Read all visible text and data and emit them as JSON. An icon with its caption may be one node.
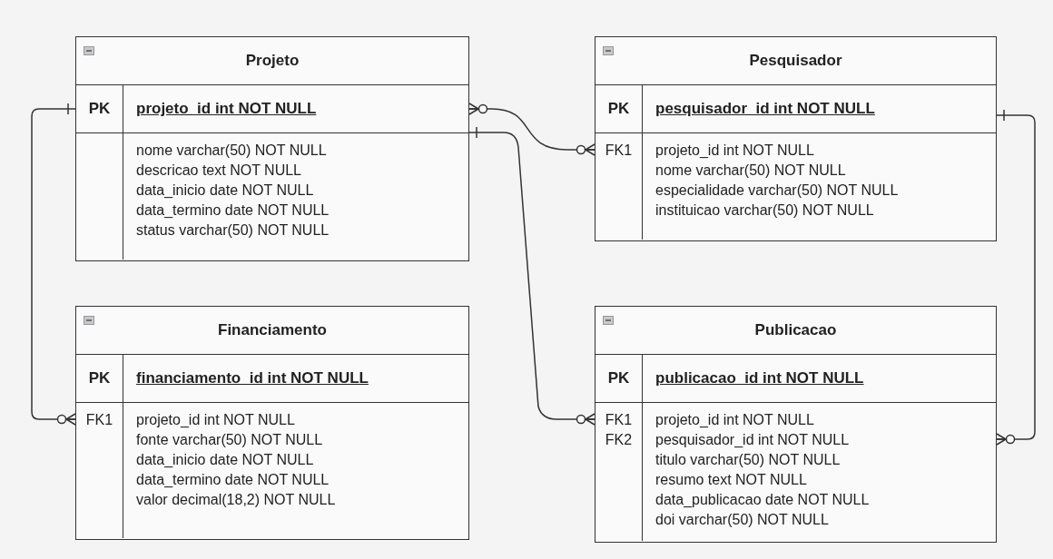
{
  "diagram": {
    "nodes": [
      {
        "text": [
          "Projeto",
          "PK",
          "projeto_id int NOT NULL",
          "nome varchar(50) NOT NULL",
          "descricao text NOT NULL",
          "data_inicio date NOT NULL",
          "data_termino date NOT NULL",
          "status varchar(50) NOT NULL"
        ]
      },
      {
        "text": [
          "Pesquisador",
          "PK",
          "pesquisador_id int NOT NULL",
          "FK1",
          "projeto_id int NOT NULL",
          "nome varchar(50) NOT NULL",
          "especialidade varchar(50) NOT NULL",
          "instituicao varchar(50) NOT NULL"
        ]
      },
      {
        "text": [
          "Financiamento",
          "PK",
          "financiamento_id int NOT NULL",
          "FK1",
          "projeto_id int NOT NULL",
          "fonte varchar(50) NOT NULL",
          "data_inicio date NOT NULL",
          "data_termino date NOT NULL",
          "valor decimal(18,2) NOT NULL"
        ]
      },
      {
        "text": [
          "Publicacao",
          "PK",
          "publicacao_id int NOT NULL",
          "FK1",
          "FK2",
          "projeto_id int NOT NULL",
          "pesquisador_id int NOT NULL",
          "titulo varchar(50) NOT NULL",
          "resumo text NOT NULL",
          "data_publicacao date NOT NULL",
          "doi varchar(50) NOT NULL"
        ]
      }
    ],
    "edges": [
      {
        "from": 0,
        "to": 2,
        "arrow": "other"
      },
      {
        "from": 0,
        "to": 1,
        "arrow": "other"
      },
      {
        "from": 0,
        "to": 3,
        "arrow": "other"
      },
      {
        "from": 1,
        "to": 3,
        "arrow": "other"
      }
    ]
  }
}
